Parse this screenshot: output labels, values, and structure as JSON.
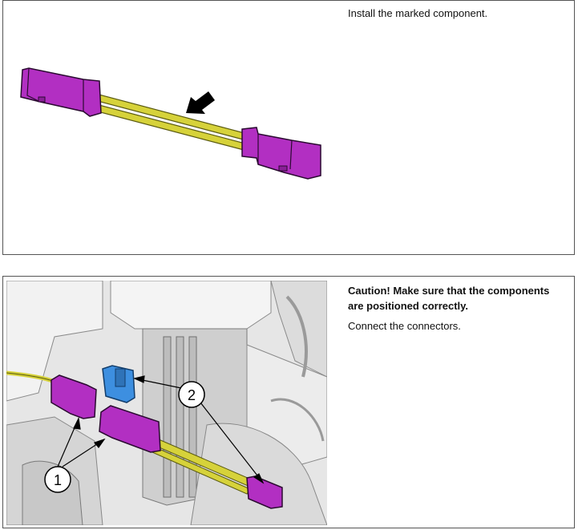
{
  "steps": [
    {
      "instruction": "Install the marked component."
    },
    {
      "caution": "Caution!  Make sure that the components are positioned correctly.",
      "instruction": "Connect the connectors.",
      "callouts": {
        "one": "1",
        "two": "2"
      }
    }
  ],
  "colors": {
    "connector": "#b22fc2",
    "wire": "#d6d23a",
    "clip": "#3d8fe0",
    "arrow": "#000000"
  }
}
